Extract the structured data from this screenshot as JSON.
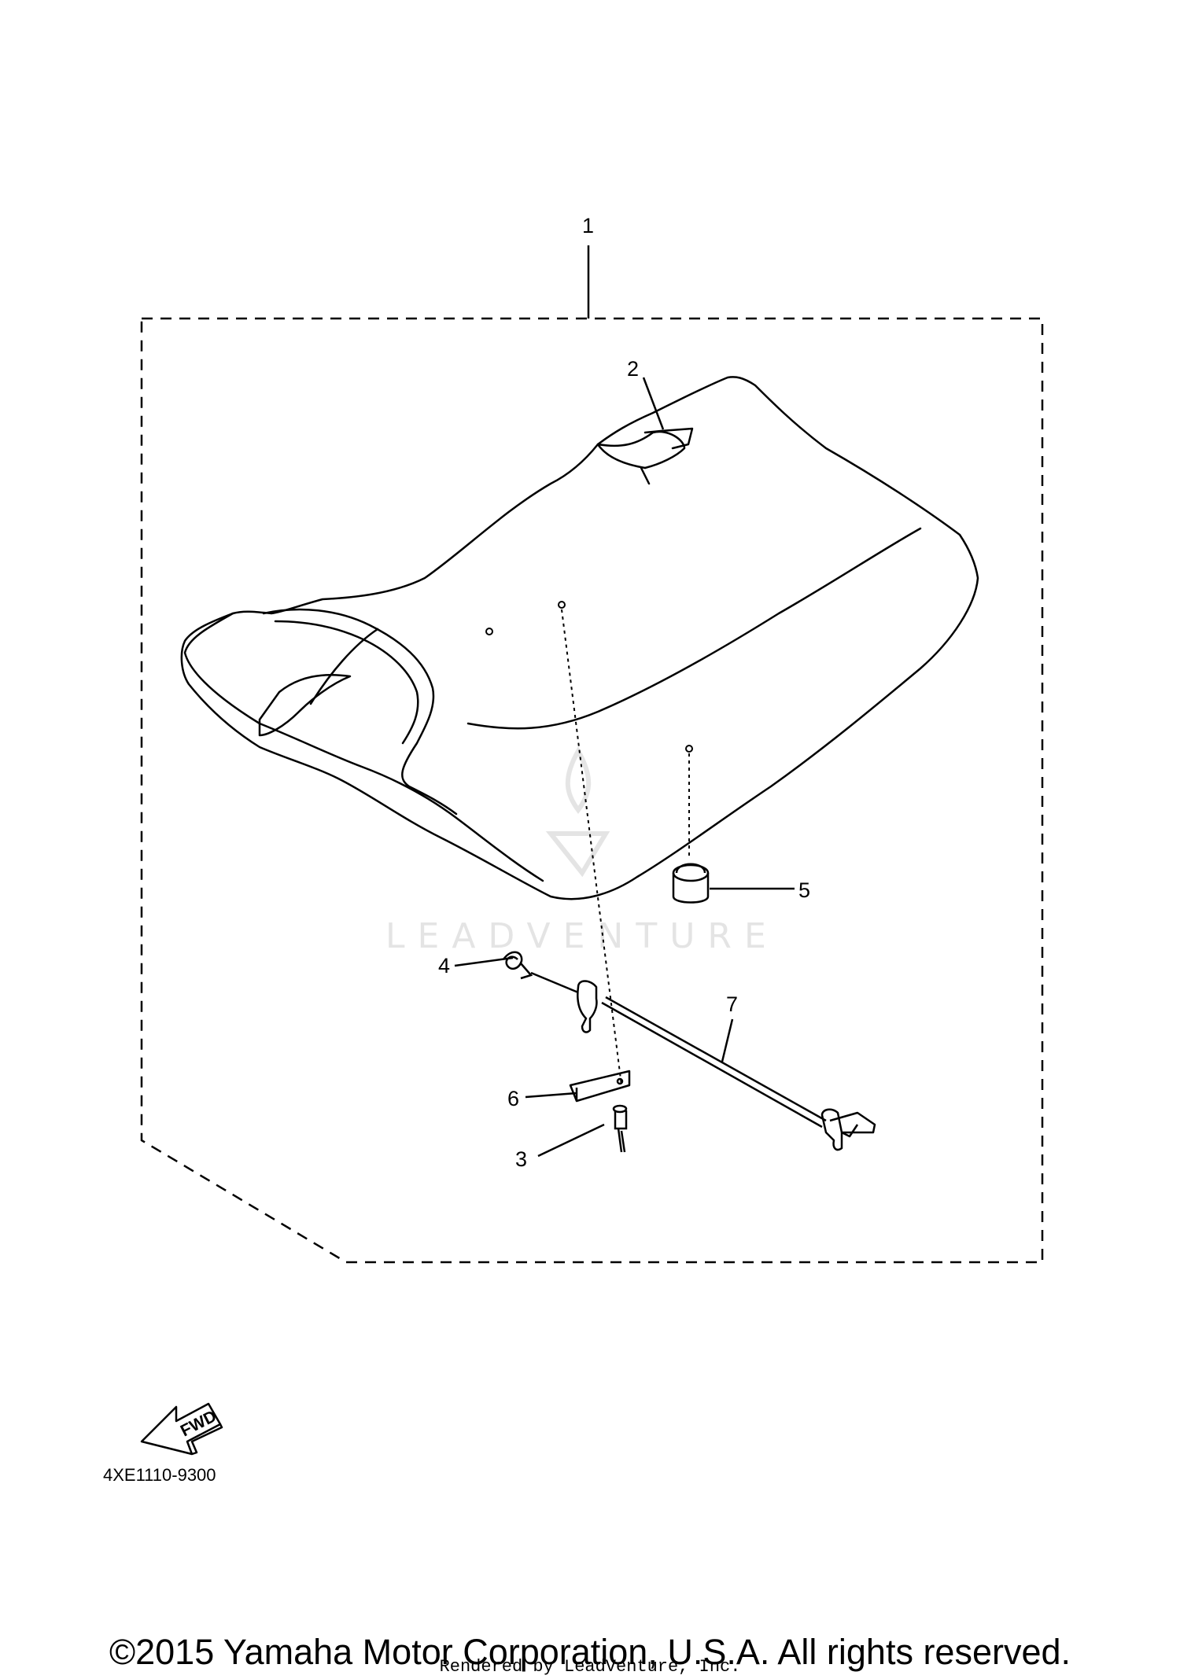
{
  "callouts": {
    "c1": "1",
    "c2": "2",
    "c3": "3",
    "c4": "4",
    "c5": "5",
    "c6": "6",
    "c7": "7"
  },
  "fwd_label": "FWD",
  "part_code": "4XE1110-9300",
  "watermark": "LEADVENTURE",
  "copyright": "©2015 Yamaha Motor Corporation, U.S.A. All rights reserved.",
  "rendered_by": "Rendered by LeadVenture, Inc.",
  "icons": [
    "fwd-arrow-icon",
    "leadventure-logo"
  ],
  "colors": {
    "line": "#000000",
    "background": "#ffffff",
    "watermark": "#e2e2e2"
  }
}
